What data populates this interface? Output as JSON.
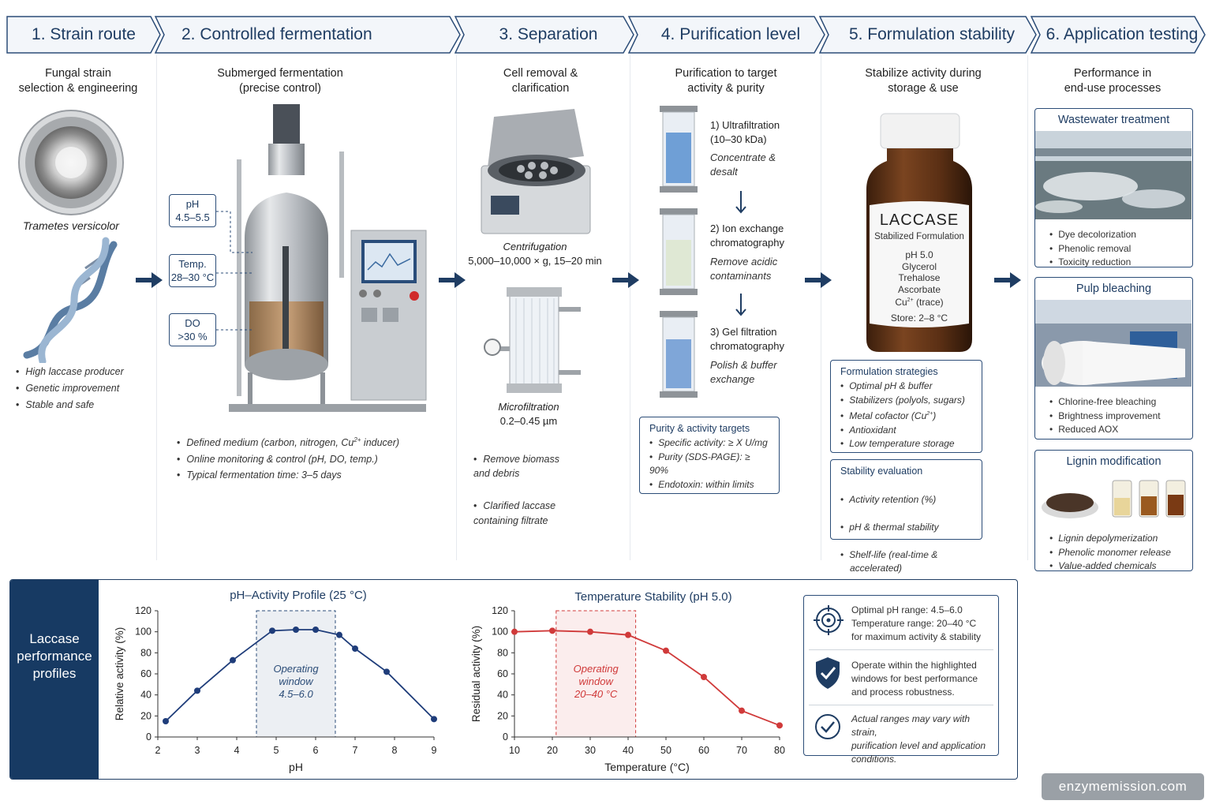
{
  "stages": [
    {
      "title": "1. Strain route",
      "subtitle": "Fungal strain\nselection & engineering"
    },
    {
      "title": "2. Controlled fermentation",
      "subtitle": "Submerged fermentation\n(precise control)"
    },
    {
      "title": "3. Separation",
      "subtitle": "Cell removal &\nclarification"
    },
    {
      "title": "4. Purification level",
      "subtitle": "Purification to target\nactivity & purity"
    },
    {
      "title": "5. Formulation stability",
      "subtitle": "Stabilize activity during\nstorage & use"
    },
    {
      "title": "6. Application testing",
      "subtitle": "Performance in\nend-use processes"
    }
  ],
  "strain": {
    "organism": "Trametes versicolor",
    "bullets": [
      "High laccase producer",
      "Genetic improvement",
      "Stable and safe"
    ]
  },
  "fermentation": {
    "params": [
      {
        "label": "pH",
        "value": "4.5–5.5"
      },
      {
        "label": "Temp.",
        "value": "28–30 °C"
      },
      {
        "label": "DO",
        "value": ">30 %"
      }
    ],
    "bullet1_pre": "Defined medium (carbon, nitrogen, Cu",
    "bullet1_sup": "2+",
    "bullet1_post": " inducer)",
    "bullet2": "Online monitoring & control (pH, DO, temp.)",
    "bullet3": "Typical fermentation time: 3–5 days"
  },
  "separation": {
    "centrifugation_title": "Centrifugation",
    "centrifugation_spec": "5,000–10,000 × g, 15–20 min",
    "microfiltration_title": "Microfiltration",
    "microfiltration_spec": "0.2–0.45 µm",
    "bullets": [
      "Remove biomass\nand debris",
      "Clarified laccase\ncontaining filtrate"
    ]
  },
  "purification": {
    "steps": [
      {
        "title": "1) Ultrafiltration\n(10–30 kDa)",
        "desc": "Concentrate &\ndesalt"
      },
      {
        "title": "2) Ion exchange\nchromatography",
        "desc": "Remove acidic\ncontaminants"
      },
      {
        "title": "3) Gel filtration\nchromatography",
        "desc": "Polish & buffer\nexchange"
      }
    ],
    "targets_title": "Purity & activity targets",
    "targets": [
      "Specific activity: ≥ X U/mg",
      "Purity (SDS-PAGE): ≥ 90%",
      "Endotoxin: within limits"
    ]
  },
  "formulation": {
    "label_brand": "LACCASE",
    "label_sub": "Stabilized Formulation",
    "label_lines": [
      "pH 5.0",
      "Glycerol",
      "Trehalose",
      "Ascorbate"
    ],
    "label_cu_pre": "Cu",
    "label_cu_sup": "2+",
    "label_cu_post": " (trace)",
    "label_store": "Store: 2–8 °C",
    "strategies_title": "Formulation strategies",
    "strategies": [
      "Optimal pH & buffer",
      "Stabilizers (polyols, sugars)"
    ],
    "strategies_cu_pre": "Metal cofactor (Cu",
    "strategies_cu_sup": "2+",
    "strategies_cu_post": ")",
    "strategies_more": [
      "Antioxidant",
      "Low temperature storage"
    ],
    "stability_title": "Stability evaluation",
    "stability": [
      "Activity retention (%)",
      "pH & thermal stability",
      "Shelf-life (real-time &\naccelerated)"
    ]
  },
  "applications": [
    {
      "title": "Wastewater treatment",
      "bullets": [
        "Dye decolorization",
        "Phenolic removal",
        "Toxicity reduction"
      ]
    },
    {
      "title": "Pulp bleaching",
      "bullets": [
        "Chlorine-free bleaching",
        "Brightness improvement",
        "Reduced AOX"
      ]
    },
    {
      "title": "Lignin modification",
      "bullets": [
        "Lignin depolymerization",
        "Phenolic monomer release",
        "Value-added chemicals"
      ]
    }
  ],
  "profiles_label": "Laccase\nperformance\nprofiles",
  "chart_data": [
    {
      "type": "line",
      "title": "pH–Activity Profile (25 °C)",
      "xlabel": "pH",
      "ylabel": "Relative activity (%)",
      "xlim": [
        2,
        9
      ],
      "ylim": [
        0,
        120
      ],
      "xticks": [
        2,
        3,
        4,
        5,
        6,
        7,
        8,
        9
      ],
      "yticks": [
        0,
        20,
        40,
        60,
        80,
        100,
        120
      ],
      "x": [
        2.2,
        3.0,
        3.9,
        4.9,
        5.5,
        6.0,
        6.6,
        7.0,
        7.8,
        9.0
      ],
      "y": [
        15,
        44,
        73,
        101,
        102,
        102,
        97,
        84,
        62,
        17
      ],
      "window": {
        "range": [
          4.5,
          6.5
        ],
        "label": "Operating\nwindow\n4.5–6.0"
      },
      "color": "#1f3d7a",
      "window_color": "#2c4d78"
    },
    {
      "type": "line",
      "title": "Temperature Stability (pH 5.0)",
      "xlabel": "Temperature (°C)",
      "ylabel": "Residual activity (%)",
      "xlim": [
        10,
        80
      ],
      "ylim": [
        0,
        120
      ],
      "xticks": [
        10,
        20,
        30,
        40,
        50,
        60,
        70,
        80
      ],
      "yticks": [
        0,
        20,
        40,
        60,
        80,
        100,
        120
      ],
      "x": [
        10,
        20,
        30,
        40,
        50,
        60,
        70,
        80
      ],
      "y": [
        100,
        101,
        100,
        97,
        82,
        57,
        25,
        11
      ],
      "window": {
        "range": [
          21,
          42
        ],
        "label": "Operating\nwindow\n20–40 °C"
      },
      "color": "#d03a3a",
      "window_color": "#d03a3a"
    }
  ],
  "notes": [
    {
      "icon": "target-icon",
      "text": "Optimal pH range: 4.5–6.0\nTemperature range: 20–40 °C\nfor maximum activity & stability"
    },
    {
      "icon": "shield-check-icon",
      "text": "Operate within the highlighted\nwindows for best performance\nand process robustness."
    },
    {
      "icon": "check-circle-icon",
      "text": "Actual ranges may vary with strain,\npurification level and application\nconditions."
    }
  ],
  "watermark": "enzymemission.com",
  "colors": {
    "navy": "#1f3d63",
    "accent_red": "#d03a3a",
    "bar": "#173a63"
  }
}
